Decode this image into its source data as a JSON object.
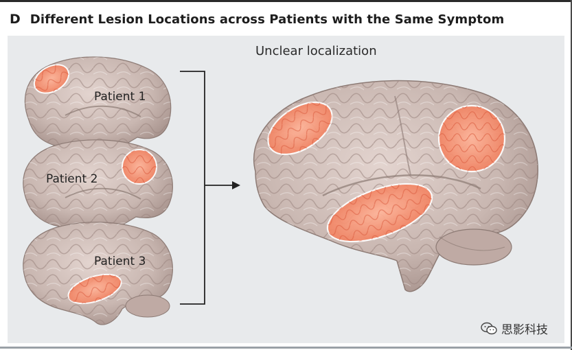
{
  "panel": {
    "letter": "D",
    "title": "Different Lesion Locations across Patients with the Same Symptom"
  },
  "patients": [
    {
      "label": "Patient 1"
    },
    {
      "label": "Patient 2"
    },
    {
      "label": "Patient 3"
    }
  ],
  "summary": {
    "label": "Unclear localization"
  },
  "watermark": {
    "text": "思影科技",
    "icon": "wechat-icon"
  },
  "colors": {
    "brain_fill": "#c9b7b1",
    "brain_shadow": "#a8948e",
    "lesion_fill": "#f28a6a",
    "lesion_outline": "#ffffff",
    "panel_bg": "#e8eaec",
    "bracket": "#222222"
  }
}
